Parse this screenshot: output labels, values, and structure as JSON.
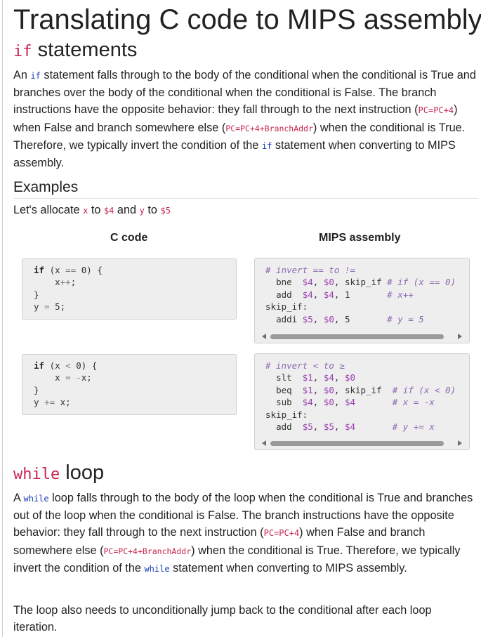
{
  "title": "Translating C code to MIPS assembly",
  "if_section": {
    "keyword": "if",
    "heading_rest": "statements",
    "para_parts": [
      "An ",
      "if",
      " statement falls through to the body of the conditional when the conditional is True and branches over the body of the conditional when the conditional is False. The branch instructions have the opposite behavior: they fall through to the next instruction (",
      "PC=PC+4",
      ") when False and branch somewhere else (",
      "PC=PC+4+BranchAddr",
      ") when the conditional is True. Therefore, we typically invert the condition of the ",
      "if",
      " statement when converting to MIPS assembly."
    ]
  },
  "examples": {
    "heading": "Examples",
    "alloc_parts": [
      "Let's allocate ",
      "x",
      " to ",
      "$4",
      " and ",
      "y",
      " to ",
      "$5"
    ],
    "col_c": "C code",
    "col_mips": "MIPS assembly"
  },
  "example1": {
    "c_lines": [
      "if (x == 0) {",
      "    x++;",
      "}",
      "y = 5;"
    ],
    "mips_comment": "# invert == to !=",
    "mips_lines": [
      {
        "op": "bne",
        "args": "$4, $0, skip_if",
        "comment": "# if (x == 0)"
      },
      {
        "op": "add",
        "args": "$4, $4, 1",
        "comment": "# x++"
      },
      {
        "label": "skip_if:"
      },
      {
        "op": "addi",
        "args": "$5, $0, 5",
        "comment": "# y = 5"
      }
    ]
  },
  "example2": {
    "c_lines": [
      "if (x < 0) {",
      "    x = -x;",
      "}",
      "y += x;"
    ],
    "mips_comment": "# invert < to ≥",
    "mips_lines": [
      {
        "op": "slt",
        "args": "$1, $4, $0",
        "comment": ""
      },
      {
        "op": "beq",
        "args": "$1, $0, skip_if",
        "comment": "# if (x < 0)"
      },
      {
        "op": "sub",
        "args": "$4, $0, $4",
        "comment": "# x = -x"
      },
      {
        "label": "skip_if:"
      },
      {
        "op": "add",
        "args": "$5, $5, $4",
        "comment": "# y += x"
      }
    ]
  },
  "while_section": {
    "keyword": "while",
    "heading_rest": "loop",
    "para_parts": [
      "A ",
      "while",
      " loop falls through to the body of the loop when the conditional is True and branches out of the loop when the conditional is False. The branch instructions have the opposite behavior: they fall through to the next instruction (",
      "PC=PC+4",
      ") when False and branch somewhere else (",
      "PC=PC+4+BranchAddr",
      ") when the conditional is True. Therefore, we typically invert the condition of the ",
      "while",
      " statement when converting to MIPS assembly."
    ],
    "para2": "The loop also needs to unconditionally jump back to the conditional after each loop iteration."
  }
}
